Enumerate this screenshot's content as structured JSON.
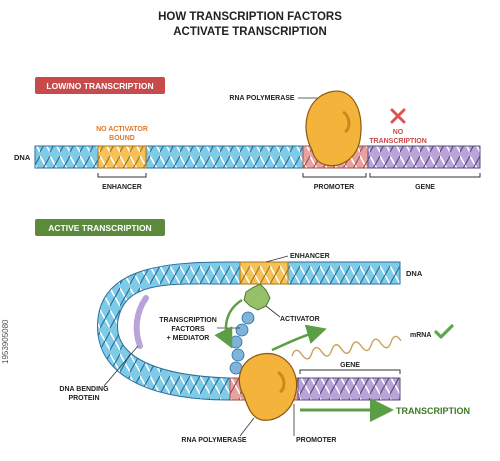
{
  "title": {
    "line1": "HOW TRANSCRIPTION FACTORS",
    "line2": "ACTIVATE TRANSCRIPTION"
  },
  "section_low": {
    "label": "LOW/NO TRANSCRIPTION",
    "dna_label": "DNA",
    "no_activator_line1": "NO ACTIVATOR",
    "no_activator_line2": "BOUND",
    "rna_polymerase": "RNA POLYMERASE",
    "no_transcription_line1": "NO",
    "no_transcription_line2": "TRANSCRIPTION",
    "enhancer": "ENHANCER",
    "promoter": "PROMOTER",
    "gene": "GENE"
  },
  "section_active": {
    "label": "ACTIVE TRANSCRIPTION",
    "enhancer": "ENHANCER",
    "dna_label": "DNA",
    "tf_line1": "TRANSCRIPTION",
    "tf_line2": "FACTORS",
    "tf_line3": "+ MEDIATOR",
    "activator": "ACTIVATOR",
    "mrna": "mRNA",
    "gene": "GENE",
    "dna_bending_line1": "DNA BENDING",
    "dna_bending_line2": "PROTEIN",
    "transcription": "TRANSCRIPTION",
    "rna_polymerase": "RNA POLYMERASE",
    "promoter": "PROMOTER"
  },
  "watermark": "1953905080",
  "colors": {
    "dna_blue": "#7ecbe8",
    "helix_stroke": "#2b6e9c",
    "enhancer": "#f6c258",
    "promoter": "#e8a1a1",
    "gene": "#b9a3d8",
    "polymerase": "#f4b43c",
    "activator": "#96c06a",
    "mediator": "#7fb3d9",
    "label_red": "#c84b4b",
    "label_green": "#5b8a3c",
    "cross": "#e05252",
    "check": "#58a84b",
    "arrow_green": "#5b9e45"
  }
}
